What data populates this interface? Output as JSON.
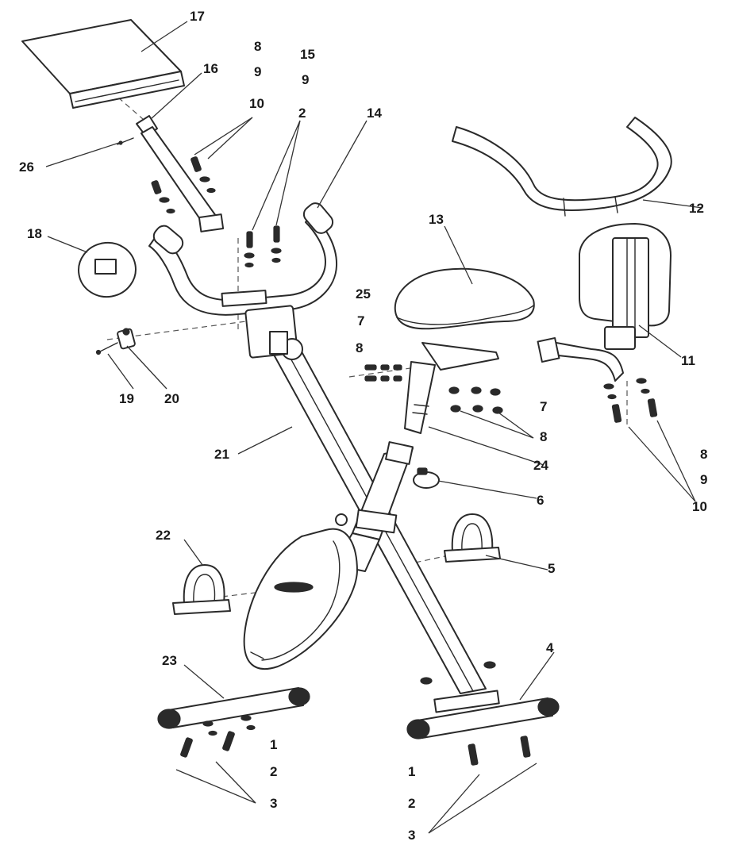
{
  "callouts": [
    {
      "id": "c-17",
      "text": "17"
    },
    {
      "id": "c-16",
      "text": "16"
    },
    {
      "id": "c-26",
      "text": "26"
    },
    {
      "id": "c-8a",
      "text": "8"
    },
    {
      "id": "c-9a",
      "text": "9"
    },
    {
      "id": "c-10a",
      "text": "10"
    },
    {
      "id": "c-15",
      "text": "15"
    },
    {
      "id": "c-9b",
      "text": "9"
    },
    {
      "id": "c-2a",
      "text": "2"
    },
    {
      "id": "c-14",
      "text": "14"
    },
    {
      "id": "c-12",
      "text": "12"
    },
    {
      "id": "c-13",
      "text": "13"
    },
    {
      "id": "c-18",
      "text": "18"
    },
    {
      "id": "c-25",
      "text": "25"
    },
    {
      "id": "c-7a",
      "text": "7"
    },
    {
      "id": "c-8b",
      "text": "8"
    },
    {
      "id": "c-11",
      "text": "11"
    },
    {
      "id": "c-19",
      "text": "19"
    },
    {
      "id": "c-20",
      "text": "20"
    },
    {
      "id": "c-7b",
      "text": "7"
    },
    {
      "id": "c-8c",
      "text": "8"
    },
    {
      "id": "c-21",
      "text": "21"
    },
    {
      "id": "c-24",
      "text": "24"
    },
    {
      "id": "c-8d",
      "text": "8"
    },
    {
      "id": "c-9c",
      "text": "9"
    },
    {
      "id": "c-6",
      "text": "6"
    },
    {
      "id": "c-10b",
      "text": "10"
    },
    {
      "id": "c-22",
      "text": "22"
    },
    {
      "id": "c-5",
      "text": "5"
    },
    {
      "id": "c-23",
      "text": "23"
    },
    {
      "id": "c-4",
      "text": "4"
    },
    {
      "id": "c-1a",
      "text": "1"
    },
    {
      "id": "c-2b",
      "text": "2"
    },
    {
      "id": "c-3a",
      "text": "3"
    },
    {
      "id": "c-1b",
      "text": "1"
    },
    {
      "id": "c-2c",
      "text": "2"
    },
    {
      "id": "c-3b",
      "text": "3"
    }
  ]
}
